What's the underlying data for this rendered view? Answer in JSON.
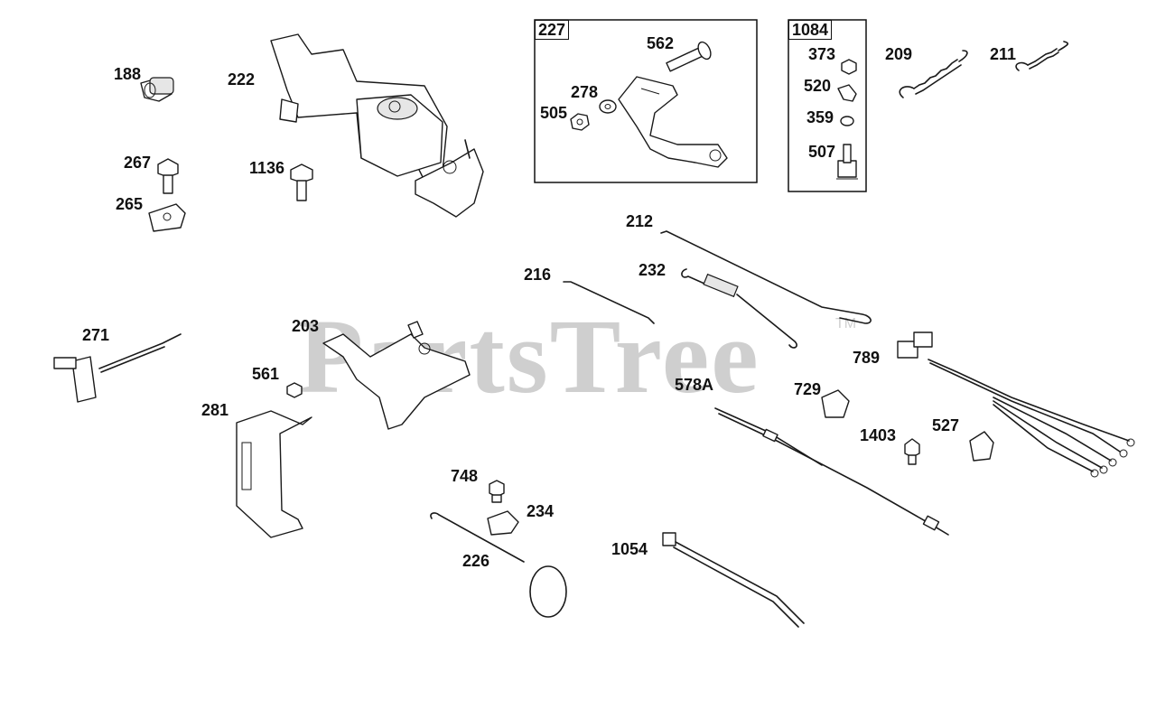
{
  "watermark": {
    "text": "PartsTree",
    "mark": "TM"
  },
  "boxes": [
    {
      "id": "227",
      "label": "227"
    },
    {
      "id": "1084",
      "label": "1084"
    }
  ],
  "labels": {
    "p188": "188",
    "p222": "222",
    "p267": "267",
    "p265": "265",
    "p1136": "1136",
    "p562": "562",
    "p278": "278",
    "p505": "505",
    "p373": "373",
    "p520": "520",
    "p359": "359",
    "p507": "507",
    "p209": "209",
    "p211": "211",
    "p212": "212",
    "p232": "232",
    "p216": "216",
    "p271": "271",
    "p203": "203",
    "p561": "561",
    "p281": "281",
    "p789": "789",
    "p578a": "578A",
    "p729": "729",
    "p1403": "1403",
    "p527": "527",
    "p748": "748",
    "p234": "234",
    "p226": "226",
    "p1054": "1054"
  }
}
